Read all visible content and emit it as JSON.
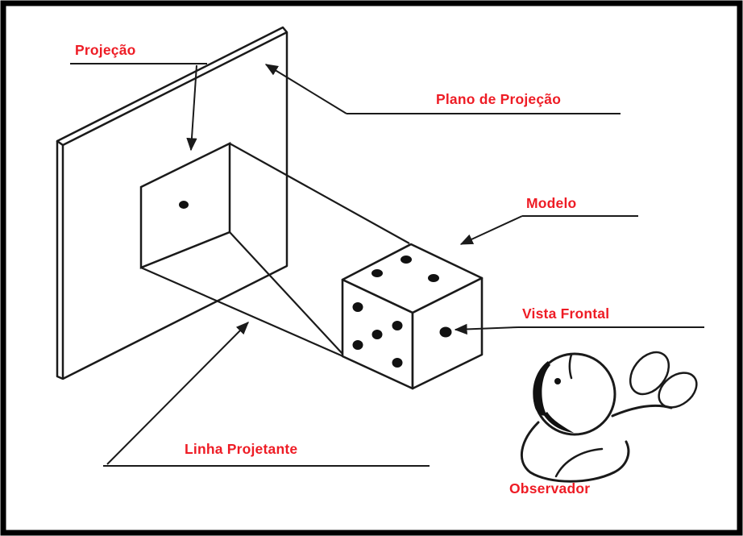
{
  "colors": {
    "label": "#ee1c25",
    "line": "#1a1a1a",
    "background": "#ffffff"
  },
  "labels": {
    "projecao": "Projeção",
    "plano_de_projecao": "Plano de Projeção",
    "modelo": "Modelo",
    "vista_frontal": "Vista Frontal",
    "linha_projetante": "Linha Projetante",
    "observador": "Observador"
  },
  "die": {
    "top_face_pips": 3,
    "front_face_pips": 5,
    "front_view_pips": 1,
    "projected_pips": 1
  }
}
